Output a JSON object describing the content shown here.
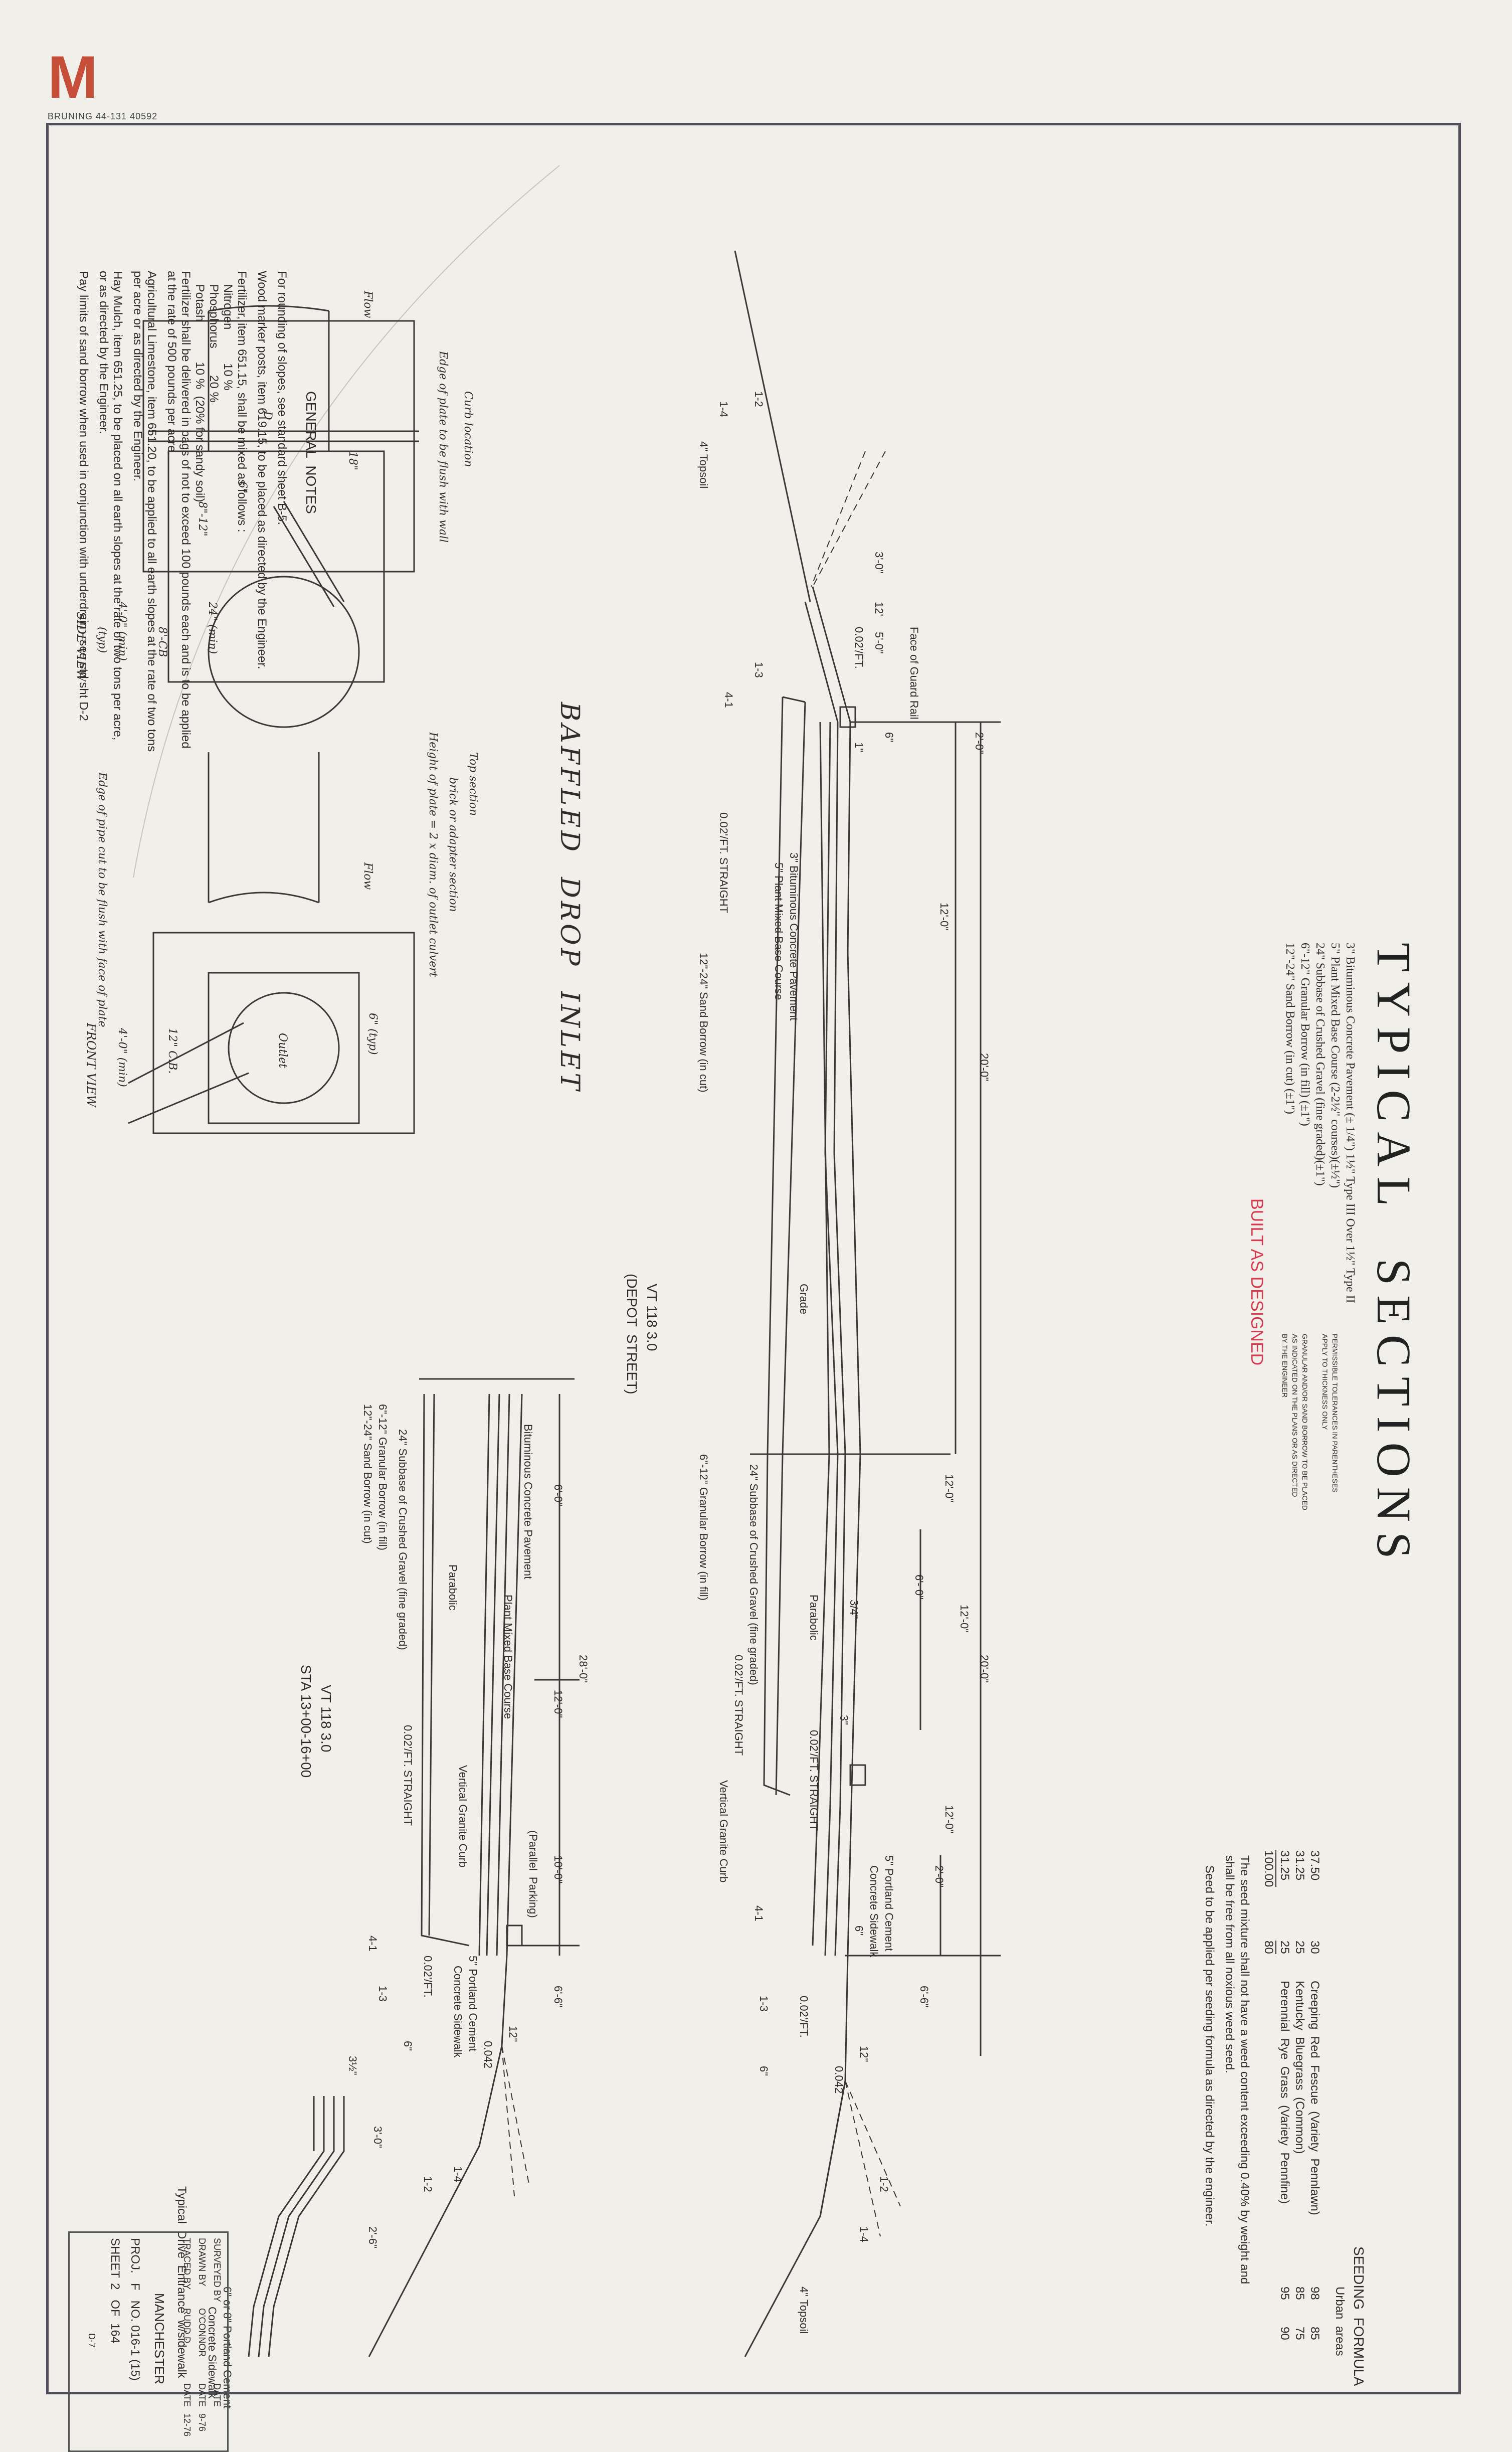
{
  "page_mark": "M",
  "paper_stamp": "BRUNING 44-131 40592",
  "title": "TYPICAL  SECTIONS",
  "legend_lines": [
    "3\" Bituminous Concrete Pavement (± 1/4\") 1½\" Type III Over 1½\" Type II",
    "5\" Plant Mixed Base Course (2-2½\" courses)(±½\")",
    "24\" Subbase of Crushed Gravel (fine graded)(±1\")",
    "6\"-12\" Granular Borrow (in fill) (±1\")",
    "12\"-24\" Sand Borrow (in cut) (±1\")"
  ],
  "tolerance_note": [
    "PERMISSIBLE TOLERANCES IN PARENTHESES",
    "APPLY TO THICKNESS ONLY",
    "GRANULAR AND/OR SAND BORROW TO BE PLACED",
    "AS INDICATED ON THE PLANS OR AS DIRECTED",
    "BY THE ENGINEER"
  ],
  "built_stamp": "BUILT AS DESIGNED",
  "general_notes": {
    "heading": "GENERAL  NOTES",
    "lines": [
      "For rounding of slopes, see standard sheet B-5.",
      "Wood marker posts, item 619.15, to be placed as directed by the Engineer.",
      "Fertilizer, item 651.15, shall be mixed as follows :",
      "    Nitrogen          10 %",
      "    Phosphorus        20 %",
      "    Potash            10 %  (20% for sandy soil)",
      "Fertilizer shall be delivered in bags of not to exceed 100 pounds each and is to be applied",
      "at the rate of 500 pounds per acre.",
      "Agricultural Limestone, item 651.20, to be applied to all earth slopes at the rate of two tons",
      "per acre or as directed by the Engineer.",
      "Hay Mulch, item 651.25, to be placed on all earth slopes at the rate of two tons per acre,",
      "or as directed by the Engineer.",
      "Pay limits of sand borrow when used in conjunction with underdrain - see std sht D-2"
    ]
  },
  "seeding": {
    "heading": "SEEDING  FORMULA",
    "subheading": "Urban  areas",
    "rows": [
      {
        "pct": "37.50",
        "a": "30",
        "name": "Creeping  Red  Fescue  (Variety  Pennlawn)",
        "b": "98",
        "c": "85"
      },
      {
        "pct": "31.25",
        "a": "25",
        "name": "Kentucky  Bluegrass  (Common)",
        "b": "85",
        "c": "75"
      },
      {
        "pct": "31.25",
        "a": "25",
        "name": "Perennial  Rye  Grass  (Variety  Pennfine)",
        "b": "95",
        "c": "90"
      },
      {
        "pct": "100.00",
        "a": "80",
        "name": "",
        "b": "",
        "c": ""
      }
    ],
    "note1": "The seed mixture shall not have a weed content exceeding 0.40% by weight and",
    "note2": "shall be free from all noxious weed seed.",
    "note3": "Seed to be applied per seeding formula as directed by the engineer."
  },
  "section1": {
    "labels": [
      "4\" Topsoil",
      "1-4",
      "1-2",
      "1-3",
      "4-1",
      "3'-0\"",
      "12'",
      "5'-0\"",
      "0.02'/FT.",
      "Face of Guard Rail",
      "2'-0\"",
      "1\"",
      "6\"",
      "12'-0\"",
      "20'-0\"",
      "3\" Bituminous Concrete Pavement",
      "5\" Plant Mixed Base Course",
      "0.02'/FT. STRAIGHT",
      "12\"-24\" Sand Borrow (in cut)",
      "Grade",
      "12'-0\"",
      "6'- 0\"",
      "12'-0\"",
      "Parabolic",
      "3/4\"",
      "24\" Subbase of Crushed Gravel (fine graded)",
      "0.02'/FT. STRAIGHT",
      "6\"-12\" Granular Borrow (in fill)",
      "3\"",
      "0.02'/FT. STRAIGHT",
      "Vertical Granite Curb",
      "20'-0\"",
      "12'-0\"",
      "2'-0\"",
      "6\"",
      "5\" Portland Cement",
      "Concrete Sidewalk",
      "0.02'/FT.",
      "6'-6\"",
      "12\"",
      "0.042",
      "1-3",
      "4-1",
      "6\"",
      "1-2",
      "1-4",
      "4\" Topsoil"
    ],
    "route": "VT 118 3.0",
    "street": "(DEPOT  STREET)"
  },
  "section2": {
    "labels": [
      "6'-0\"",
      "Bituminous Concrete Pavement",
      "Parabolic",
      "24\" Subbase of Crushed Gravel (fine graded)",
      "6\"-12\" Granular Borrow (in fill)",
      "12\"-24\" Sand Borrow (in cut)",
      "28'-0\"",
      "12'-0\"",
      "Plant Mixed Base Course",
      "0.02'/FT. STRAIGHT",
      "Vertical Granite Curb",
      "10'-0\"",
      "(Parallel  Parking)",
      "5\" Portland Cement",
      "Concrete Sidewalk",
      "6'-6\"",
      "0.02'/FT.",
      "12\"",
      "0.042",
      "4-1",
      "1-3",
      "6\"",
      "1-4",
      "1-2"
    ],
    "route": "VT 118 3.0",
    "station": "STA 13+00-16+00"
  },
  "drive": {
    "labels": [
      "3'-0\"",
      "2'-6\"",
      "3½\"",
      "6\" or 8\" Portland Cement",
      "Concrete Sidewalk"
    ],
    "caption": "Typical  Drive  Entrance  w/sidewalk"
  },
  "inlet": {
    "title": "BAFFLED  DROP  INLET",
    "labels": [
      "Flow",
      "D",
      "Curb location",
      "Edge of plate to be flush with wall",
      "Top section",
      "brick or adapter section",
      "Height of plate = 2 x diam. of outlet culvert",
      "Edge of pipe cut to be flush with face of plate",
      "Flow",
      "Outlet",
      "4'-0\" (min)",
      "(typ)",
      "SIDE VIEW",
      "4'-0\" (min)",
      "FRONT VIEW",
      "8\"-12\"",
      "8'-CB",
      "24\" (min)",
      "6\" (typ)",
      "12\" C.B.",
      "18\"",
      "6\""
    ]
  },
  "titleblock": {
    "rows": [
      {
        "label": "SURVEYED BY",
        "value": "",
        "date_label": "DATE",
        "date": ""
      },
      {
        "label": "DRAWN BY",
        "value": "O'CONNOR",
        "date_label": "DATE",
        "date": "9-76"
      },
      {
        "label": "TRACED BY",
        "value": "RUDD D.",
        "date_label": "DATE",
        "date": "12-76"
      }
    ],
    "town": "MANCHESTER",
    "proj_label": "PROJ.",
    "proj": "F   NO. 016-1 (15)",
    "sheet_label": "SHEET",
    "sheet": "2   OF  164",
    "code": "D-7"
  }
}
